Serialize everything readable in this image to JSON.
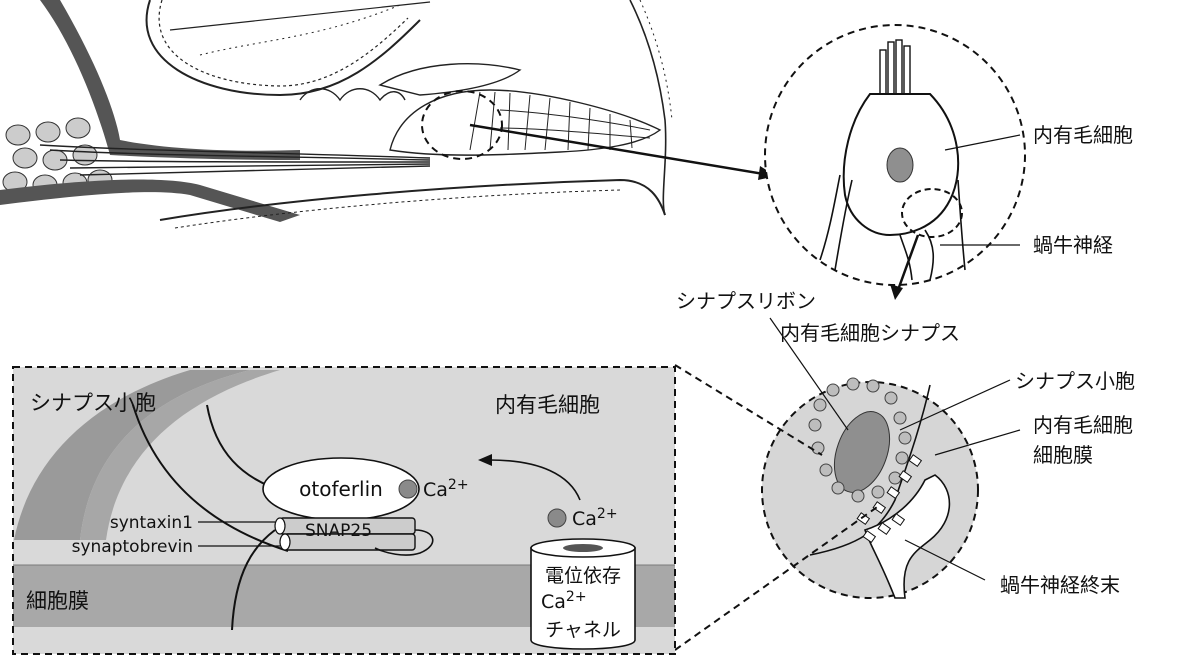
{
  "labels": {
    "inner_hair_cell": "内有毛細胞",
    "cochlear_nerve": "蝸牛神経",
    "synaptic_ribbon": "シナプスリボン",
    "ihc_synapse": "内有毛細胞シナプス",
    "synaptic_vesicle": "シナプス小胞",
    "ihc_membrane_line1": "内有毛細胞",
    "ihc_membrane_line2": "細胞膜",
    "cochlear_nerve_terminal": "蝸牛神経終末"
  },
  "detail": {
    "synaptic_vesicle": "シナプス小胞",
    "inner_hair_cell": "内有毛細胞",
    "otoferlin": "otoferlin",
    "ca_upper": "Ca",
    "ca_lower": "Ca",
    "ca_superscript": "2+",
    "syntaxin": "syntaxin1",
    "synaptobrevin": "synaptobrevin",
    "snap25": "SNAP25",
    "cell_membrane": "細胞膜",
    "channel_line1": "電位依存",
    "channel_line2": "Ca",
    "channel_line2_sup": "2+",
    "channel_line3": "チャネル"
  },
  "colors": {
    "panel_fill": "#d9d9d9",
    "membrane_band": "#a8a8a8",
    "vesicle_ring": "#9a9a9a",
    "nucleus": "#8f8f8f",
    "ion": "#8a8a8a"
  }
}
